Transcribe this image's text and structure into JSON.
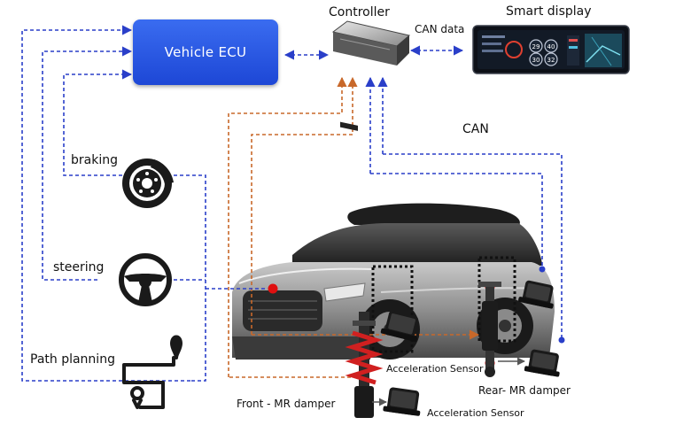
{
  "nodes": {
    "ecu": "Vehicle ECU",
    "controller": "Controller",
    "display": "Smart display",
    "braking": "braking",
    "steering": "steering",
    "path": "Path planning",
    "front_damper": "Front - MR damper",
    "rear_damper": "Rear- MR damper",
    "accel_sensor_mid": "Acceleration Sensor",
    "accel_sensor_low": "Acceleration Sensor"
  },
  "links": {
    "can_data": "CAN data",
    "can": "CAN"
  },
  "display_screen": {
    "g1": "29",
    "g2": "40",
    "g3": "30",
    "g4": "32"
  },
  "colors": {
    "can_link": "#2a3fc9",
    "sensor_link": "#c8682a",
    "ecu_fill": "#2352e0",
    "sensor_dot": "#e01010"
  }
}
